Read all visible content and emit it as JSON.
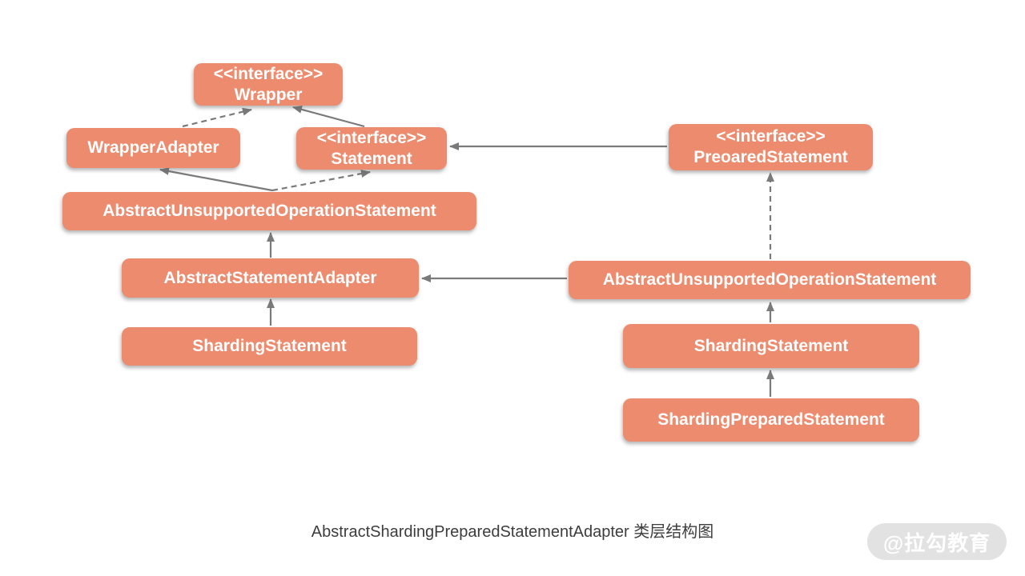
{
  "diagram": {
    "caption": "AbstractShardingPreparedStatementAdapter 类层结构图",
    "watermark": "@拉勾教育",
    "colors": {
      "node_fill": "#EC8B6E",
      "node_text": "#FFFFFF",
      "edge": "#7A7A7A",
      "caption_text": "#3D3D3D",
      "watermark_bg": "#E2E2E2",
      "watermark_text": "#FFFFFF"
    },
    "nodes": {
      "wrapper": {
        "stereotype": "<<interface>>",
        "name": "Wrapper"
      },
      "wrapper_adapter": {
        "name": "WrapperAdapter"
      },
      "statement": {
        "stereotype": "<<interface>>",
        "name": "Statement"
      },
      "preoared_statement": {
        "stereotype": "<<interface>>",
        "name": "PreoaredStatement"
      },
      "abstract_unsupported_operation_statement_left": {
        "name": "AbstractUnsupportedOperationStatement"
      },
      "abstract_statement_adapter": {
        "name": "AbstractStatementAdapter"
      },
      "abstract_unsupported_operation_statement_right": {
        "name": "AbstractUnsupportedOperationStatement"
      },
      "sharding_statement_left": {
        "name": "ShardingStatement"
      },
      "sharding_statement_right": {
        "name": "ShardingStatement"
      },
      "sharding_prepared_statement": {
        "name": "ShardingPreparedStatement"
      }
    },
    "relationships": [
      {
        "from": "WrapperAdapter",
        "to": "Wrapper",
        "style": "dashed"
      },
      {
        "from": "Statement",
        "to": "Wrapper",
        "style": "solid"
      },
      {
        "from": "AbstractUnsupportedOperationStatement (left)",
        "to": "WrapperAdapter",
        "style": "solid"
      },
      {
        "from": "AbstractUnsupportedOperationStatement (left)",
        "to": "Statement",
        "style": "dashed"
      },
      {
        "from": "PreoaredStatement",
        "to": "Statement",
        "style": "solid"
      },
      {
        "from": "AbstractUnsupportedOperationStatement (right)",
        "to": "PreoaredStatement",
        "style": "dashed"
      },
      {
        "from": "AbstractUnsupportedOperationStatement (right)",
        "to": "AbstractStatementAdapter",
        "style": "solid"
      },
      {
        "from": "AbstractStatementAdapter",
        "to": "AbstractUnsupportedOperationStatement (left)",
        "style": "solid"
      },
      {
        "from": "ShardingStatement (left)",
        "to": "AbstractStatementAdapter",
        "style": "solid"
      },
      {
        "from": "ShardingStatement (right)",
        "to": "AbstractUnsupportedOperationStatement (right)",
        "style": "solid"
      },
      {
        "from": "ShardingPreparedStatement",
        "to": "ShardingStatement (right)",
        "style": "solid"
      }
    ]
  }
}
